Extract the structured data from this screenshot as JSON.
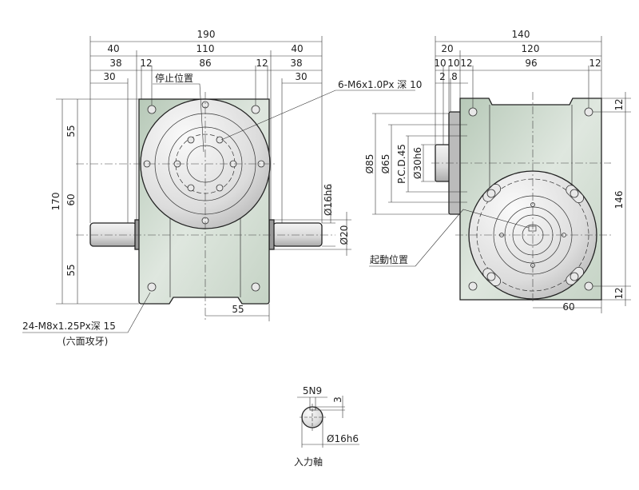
{
  "front_view": {
    "dims_top": {
      "overall": "190",
      "left_shaft": "40",
      "body": "110",
      "right_shaft": "40",
      "left_38": "38",
      "left_12": "12",
      "center_86": "86",
      "right_12": "12",
      "right_38": "38",
      "left_30": "30",
      "right_30": "30"
    },
    "dims_left": {
      "overall": "170",
      "top": "55",
      "mid": "60",
      "bottom": "55"
    },
    "dims_right": {
      "shaft_dia": "Ø16h6",
      "collar_dia": "Ø20"
    },
    "dim_bottom": "55",
    "label_stop": "停止位置",
    "label_tap_top": "6-M6x1.0Px 深 10",
    "label_tap_side": "24-M8x1.25Px深 15",
    "label_tap_side_note": "(六面攻牙)"
  },
  "side_view": {
    "dims_top": {
      "overall": "140",
      "flange": "20",
      "body": "120",
      "d10a": "10",
      "d10b": "10",
      "left_12": "12",
      "center_96": "96",
      "right_12": "12",
      "d2": "2",
      "d8": "8"
    },
    "dims_left": {
      "d85": "Ø85",
      "d65": "Ø65",
      "pcd": "P.C.D.45",
      "d30": "Ø30h6"
    },
    "dims_right": {
      "top_12": "12",
      "mid_146": "146",
      "bottom_12": "12"
    },
    "dim_bottom": "60",
    "label_start": "起動位置"
  },
  "input_shaft": {
    "key_width": "5N9",
    "key_depth": "3",
    "diameter": "Ø16h6",
    "title": "入力軸"
  },
  "colors": {
    "body": "#c8d5c8",
    "plate": "#e2e2e2"
  }
}
